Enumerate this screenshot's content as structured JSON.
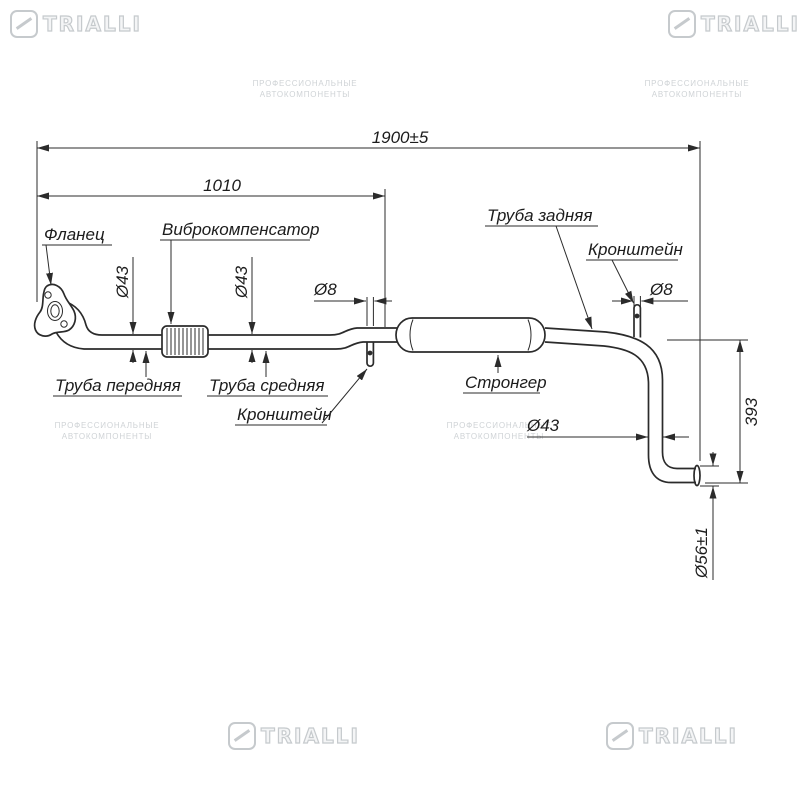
{
  "drawing": {
    "dim_overall": "1900±5",
    "dim_partial": "1010",
    "dim_height": "393",
    "dia_43_front": "Ø43",
    "dia_43_middle": "Ø43",
    "dia_43_rear": "Ø43",
    "dia_8_middle": "Ø8",
    "dia_8_rear": "Ø8",
    "dia_56_outlet": "Ø56±1",
    "label_flange": "Фланец",
    "label_vibro": "Виброкомпенсатор",
    "label_rear_pipe": "Труба задняя",
    "label_bracket_rear": "Кронштейн",
    "label_front_pipe": "Труба передняя",
    "label_middle_pipe": "Труба средняя",
    "label_bracket_middle": "Кронштейн",
    "label_stronger": "Стронгер"
  },
  "watermark": {
    "brand": "TRIALLI",
    "tagline_line1": "ПРОФЕССИОНАЛЬНЫЕ",
    "tagline_line2": "АВТОКОМПОНЕНТЫ"
  },
  "colors": {
    "line": "#2b2b2b",
    "watermark_text": "#c6cacd",
    "background": "#ffffff"
  }
}
